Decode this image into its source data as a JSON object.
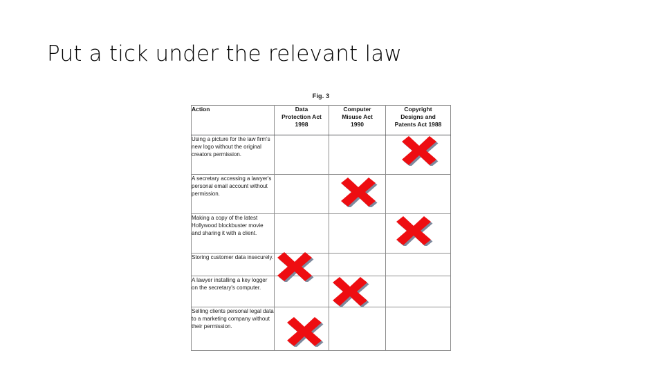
{
  "slide": {
    "title": "Put a tick under the relevant law",
    "background_color": "#ffffff"
  },
  "figure": {
    "caption": "Fig. 3",
    "mark_color": "#ee0d11",
    "mark_shadow_color": "#7e8a9e",
    "border_color": "#8d8d8d"
  },
  "table": {
    "headers": {
      "action": "Action",
      "law1": "Data Protection Act 1998",
      "law1_lines": [
        "Data",
        "Protection Act",
        "1998"
      ],
      "law2": "Computer Misuse Act 1990",
      "law2_lines": [
        "Computer",
        "Misuse Act",
        "1990"
      ],
      "law3": "Copyright Designs and Patents Act 1988",
      "law3_lines": [
        "Copyright",
        "Designs and",
        "Patents Act 1988"
      ]
    },
    "rows": [
      {
        "action": "Using a picture for the law firm's new logo without the original creators permission.",
        "marked_column": "law3",
        "marks": {
          "law1": "",
          "law2": "",
          "law3": "x-mark"
        }
      },
      {
        "action": "A secretary accessing a lawyer's personal email account without permission.",
        "marked_column": "law2",
        "marks": {
          "law1": "",
          "law2": "x-mark",
          "law3": ""
        }
      },
      {
        "action": "Making a copy of the latest Hollywood blockbuster movie and sharing it with a client.",
        "marked_column": "law3",
        "marks": {
          "law1": "",
          "law2": "",
          "law3": "x-mark"
        }
      },
      {
        "action": "Storing customer data insecurely.",
        "marked_column": "law1",
        "marks": {
          "law1": "x-mark",
          "law2": "",
          "law3": ""
        }
      },
      {
        "action": "A lawyer installing a key logger on the secretary's computer.",
        "marked_column": "law2",
        "marks": {
          "law1": "",
          "law2": "x-mark",
          "law3": ""
        }
      },
      {
        "action": "Selling clients personal legal data to a marketing company without their permission.",
        "marked_column": "law1",
        "marks": {
          "law1": "x-mark",
          "law2": "",
          "law3": ""
        }
      }
    ]
  }
}
